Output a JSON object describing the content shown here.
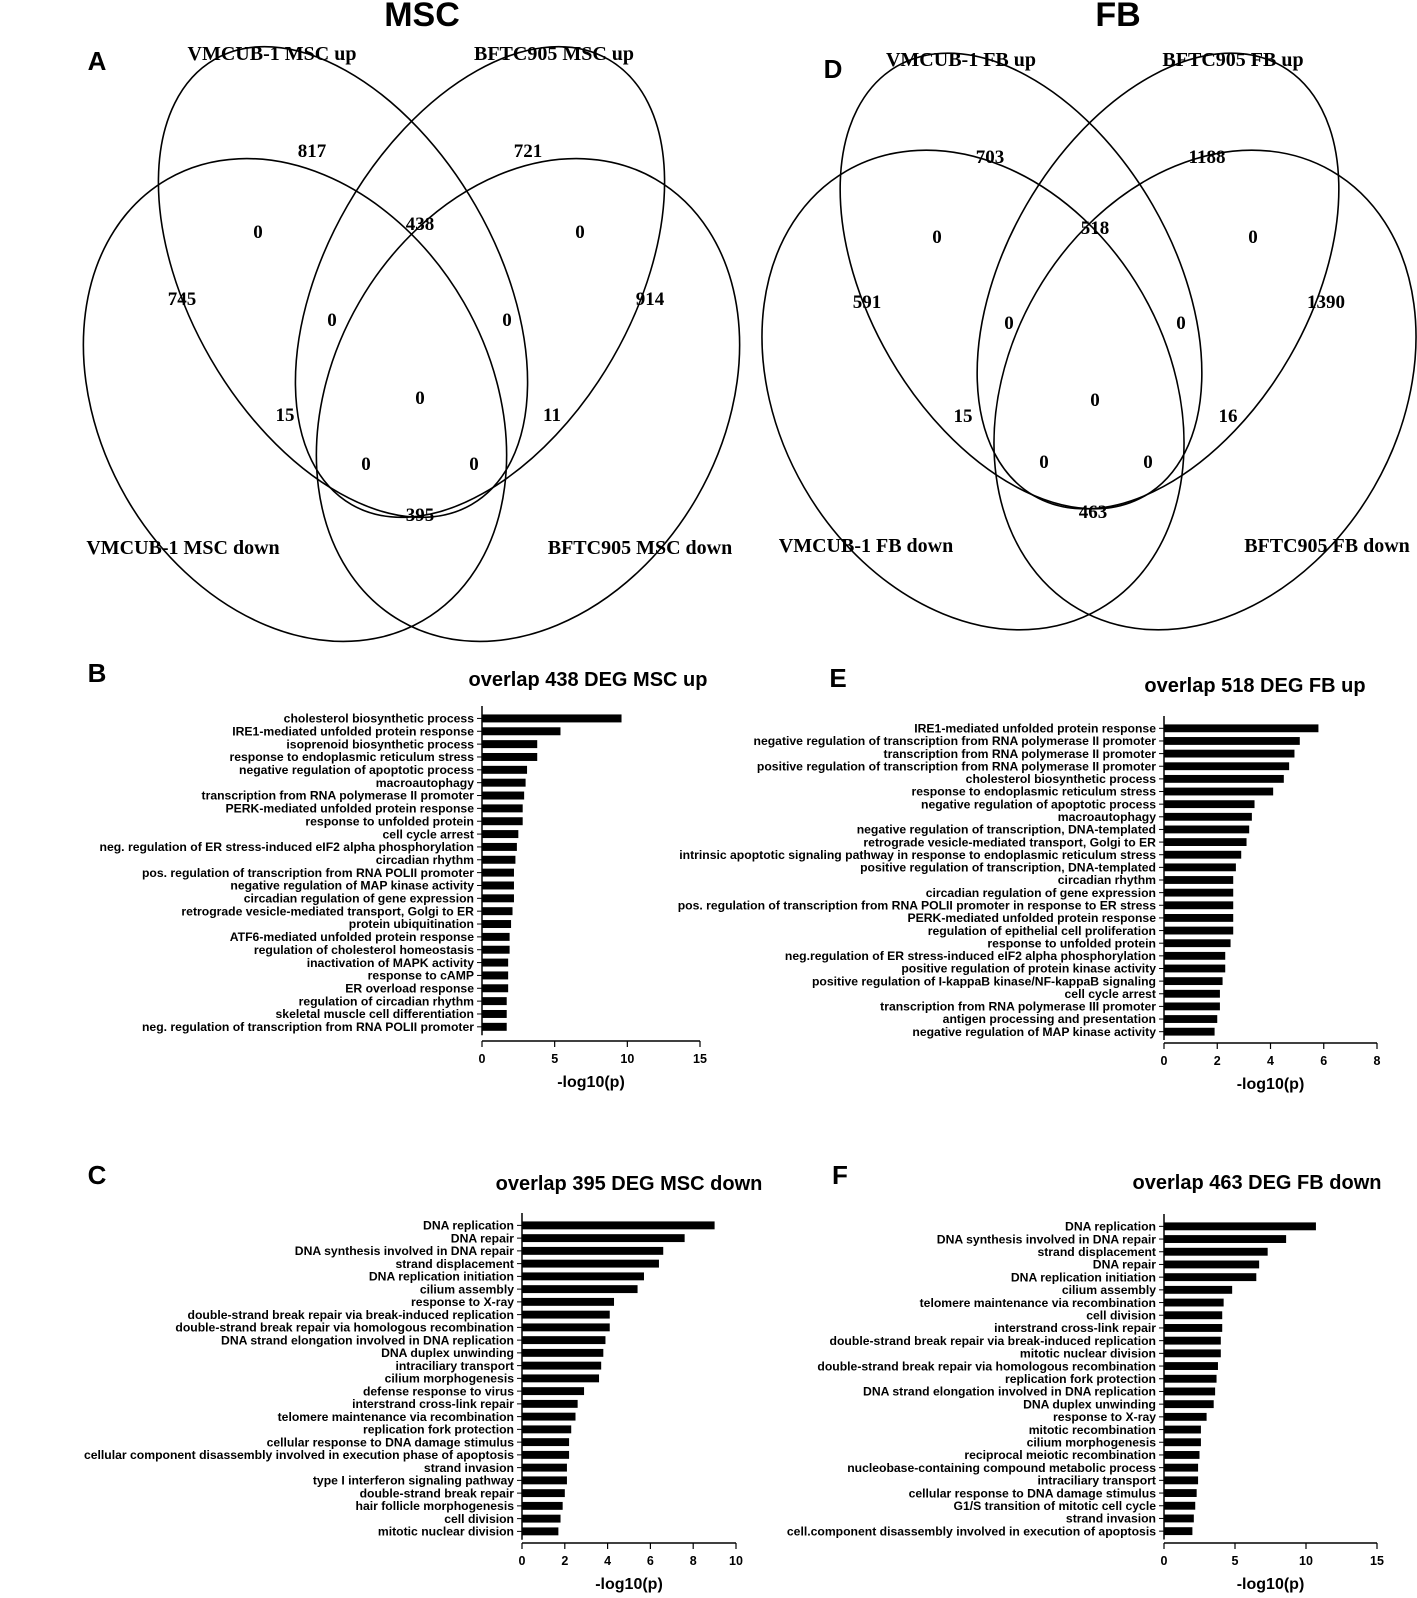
{
  "headers": {
    "msc": "MSC",
    "fb": "FB"
  },
  "venns": [
    {
      "letter": "A",
      "set_labels": [
        "VMCUB-1 MSC up",
        "BFTC905 MSC up",
        "VMCUB-1 MSC down",
        "BFTC905 MSC down"
      ],
      "counts": {
        "only_vd": 745,
        "only_vu": 817,
        "only_bu": 721,
        "only_bd": 914,
        "vd_vu": 0,
        "vu_bu": 438,
        "bu_bd": 0,
        "vd_vu_bu": 0,
        "vu_bu_bd": 0,
        "vd_bu": 15,
        "vu_bd": 11,
        "all": 0,
        "vd_bu_bd": 0,
        "vd_vu_bd": 0,
        "vd_bd": 395
      }
    },
    {
      "letter": "D",
      "set_labels": [
        "VMCUB-1 FB up",
        "BFTC905 FB  up",
        "VMCUB-1 FB down",
        "BFTC905 FB down"
      ],
      "counts": {
        "only_vd": 591,
        "only_vu": 703,
        "only_bu": 1188,
        "only_bd": 1390,
        "vd_vu": 0,
        "vu_bu": 518,
        "bu_bd": 0,
        "vd_vu_bu": 0,
        "vu_bu_bd": 0,
        "vd_bu": 15,
        "vu_bd": 16,
        "all": 0,
        "vd_bu_bd": 0,
        "vd_vu_bd": 0,
        "vd_bd": 463
      }
    }
  ],
  "chart_data": [
    {
      "letter": "B",
      "type": "bar",
      "orientation": "horizontal",
      "title": "overlap 438 DEG MSC up",
      "xlabel": "-log10(p)",
      "xlim": [
        0,
        15
      ],
      "xticks": [
        0,
        5,
        10,
        15
      ],
      "categories": [
        "cholesterol biosynthetic process",
        "IRE1-mediated unfolded protein response",
        "isoprenoid biosynthetic process",
        "response to endoplasmic reticulum stress",
        "negative regulation of apoptotic process",
        "macroautophagy",
        "transcription from RNA polymerase II promoter",
        "PERK-mediated unfolded protein response",
        "response to unfolded protein",
        "cell cycle arrest",
        "neg. regulation of ER stress-induced eIF2 alpha phosphorylation",
        "circadian rhythm",
        "pos. regulation of transcription from RNA POLII promoter",
        "negative regulation of MAP kinase activity",
        "circadian regulation of gene expression",
        "retrograde vesicle-mediated transport, Golgi to ER",
        "protein ubiquitination",
        "ATF6-mediated unfolded protein response",
        "regulation of cholesterol homeostasis",
        "inactivation of MAPK activity",
        "response to cAMP",
        "ER overload response",
        "regulation of circadian rhythm",
        "skeletal muscle cell differentiation",
        "neg. regulation of transcription from RNA POLII promoter"
      ],
      "values": [
        9.6,
        5.4,
        3.8,
        3.8,
        3.1,
        3.0,
        2.9,
        2.8,
        2.8,
        2.5,
        2.4,
        2.3,
        2.2,
        2.2,
        2.2,
        2.1,
        2.0,
        1.9,
        1.9,
        1.8,
        1.8,
        1.8,
        1.7,
        1.7,
        1.7
      ]
    },
    {
      "letter": "E",
      "type": "bar",
      "orientation": "horizontal",
      "title": "overlap 518 DEG FB up",
      "xlabel": "-log10(p)",
      "xlim": [
        0,
        8
      ],
      "xticks": [
        0,
        2,
        4,
        6,
        8
      ],
      "categories": [
        "IRE1-mediated unfolded protein response",
        "negative regulation of transcription from RNA polymerase II promoter",
        "transcription from RNA polymerase II promoter",
        "positive regulation of transcription from RNA polymerase II promoter",
        "cholesterol biosynthetic process",
        "response to endoplasmic reticulum stress",
        "negative regulation of apoptotic process",
        "macroautophagy",
        "negative regulation of transcription, DNA-templated",
        "retrograde vesicle-mediated transport, Golgi to ER",
        "intrinsic apoptotic signaling pathway in response to endoplasmic reticulum stress",
        "positive regulation of transcription, DNA-templated",
        "circadian rhythm",
        "circadian regulation of gene expression",
        "pos. regulation of transcription from RNA POLII promoter in response to ER stress",
        "PERK-mediated unfolded protein response",
        "regulation of epithelial cell proliferation",
        "response to unfolded protein",
        "neg.regulation of ER stress-induced eIF2 alpha phosphorylation",
        "positive regulation of protein kinase activity",
        "positive regulation of I-kappaB kinase/NF-kappaB signaling",
        "cell cycle arrest",
        "transcription from RNA polymerase III promoter",
        "antigen processing and presentation",
        "negative regulation of MAP kinase activity"
      ],
      "values": [
        5.8,
        5.1,
        4.9,
        4.7,
        4.5,
        4.1,
        3.4,
        3.3,
        3.2,
        3.1,
        2.9,
        2.7,
        2.6,
        2.6,
        2.6,
        2.6,
        2.6,
        2.5,
        2.3,
        2.3,
        2.2,
        2.1,
        2.1,
        2.0,
        1.9
      ]
    },
    {
      "letter": "C",
      "type": "bar",
      "orientation": "horizontal",
      "title": "overlap 395 DEG  MSC down",
      "xlabel": "-log10(p)",
      "xlim": [
        0,
        10
      ],
      "xticks": [
        0,
        2,
        4,
        6,
        8,
        10
      ],
      "categories": [
        "DNA replication",
        "DNA repair",
        "DNA synthesis involved in DNA repair",
        "strand displacement",
        "DNA replication initiation",
        "cilium assembly",
        "response to X-ray",
        "double-strand break repair via break-induced replication",
        "double-strand break repair via homologous recombination",
        "DNA strand elongation involved in DNA replication",
        "DNA duplex unwinding",
        "intraciliary transport",
        "cilium morphogenesis",
        "defense response to virus",
        "interstrand cross-link repair",
        "telomere maintenance via recombination",
        "replication fork protection",
        "cellular response to DNA damage stimulus",
        "cellular component disassembly involved in execution phase of apoptosis",
        "strand invasion",
        "type I interferon signaling pathway",
        "double-strand break repair",
        "hair follicle morphogenesis",
        "cell division",
        "mitotic nuclear division"
      ],
      "values": [
        9.0,
        7.6,
        6.6,
        6.4,
        5.7,
        5.4,
        4.3,
        4.1,
        4.1,
        3.9,
        3.8,
        3.7,
        3.6,
        2.9,
        2.6,
        2.5,
        2.3,
        2.2,
        2.2,
        2.1,
        2.1,
        2.0,
        1.9,
        1.8,
        1.7
      ]
    },
    {
      "letter": "F",
      "type": "bar",
      "orientation": "horizontal",
      "title": "overlap 463 DEG FB down",
      "xlabel": "-log10(p)",
      "xlim": [
        0,
        15
      ],
      "xticks": [
        0,
        5,
        10,
        15
      ],
      "categories": [
        "DNA replication",
        "DNA synthesis involved in DNA repair",
        "strand displacement",
        "DNA repair",
        "DNA replication initiation",
        "cilium assembly",
        "telomere maintenance via recombination",
        "cell division",
        "interstrand cross-link repair",
        "double-strand break repair via break-induced replication",
        "mitotic nuclear division",
        "double-strand break repair via homologous recombination",
        "replication fork protection",
        "DNA strand elongation involved in DNA replication",
        "DNA duplex unwinding",
        "response to X-ray",
        "mitotic recombination",
        "cilium morphogenesis",
        "reciprocal meiotic recombination",
        "nucleobase-containing compound metabolic process",
        "intraciliary transport",
        "cellular response to DNA damage stimulus",
        "G1/S transition of mitotic cell cycle",
        "strand invasion",
        "cell.component disassembly involved in execution of apoptosis"
      ],
      "values": [
        10.7,
        8.6,
        7.3,
        6.7,
        6.5,
        4.8,
        4.2,
        4.1,
        4.1,
        4.0,
        4.0,
        3.8,
        3.7,
        3.6,
        3.5,
        3.0,
        2.6,
        2.6,
        2.5,
        2.4,
        2.4,
        2.3,
        2.2,
        2.1,
        2.0
      ]
    }
  ]
}
